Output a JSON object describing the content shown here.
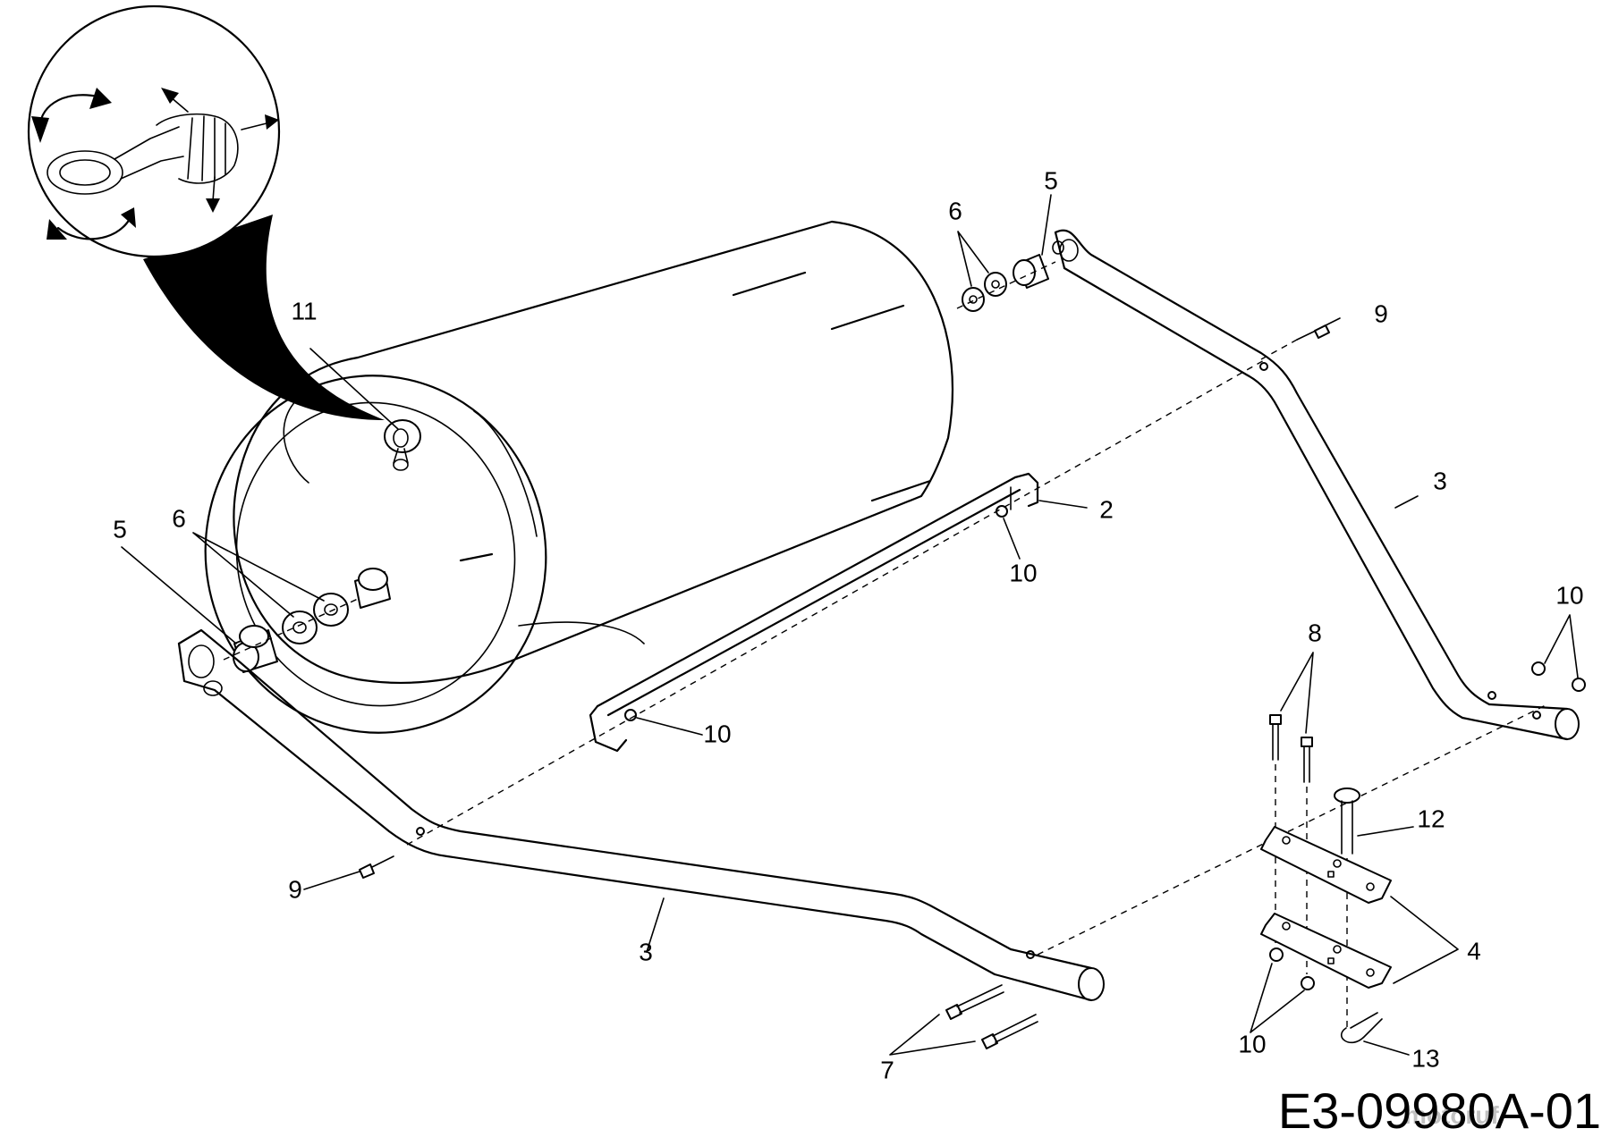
{
  "drawing_code": "E3-09980A-01",
  "watermark": "motoruf",
  "callouts": {
    "c11": "11",
    "c6_top": "6",
    "c5_top": "5",
    "c9_top": "9",
    "c2": "2",
    "c10_mid": "10",
    "c3_right": "3",
    "c10_right": "10",
    "c5_left": "5",
    "c6_left": "6",
    "c10_left": "10",
    "c8": "8",
    "c12": "12",
    "c9_left": "9",
    "c3_left": "3",
    "c4": "4",
    "c10_bottom": "10",
    "c13": "13",
    "c7": "7"
  }
}
